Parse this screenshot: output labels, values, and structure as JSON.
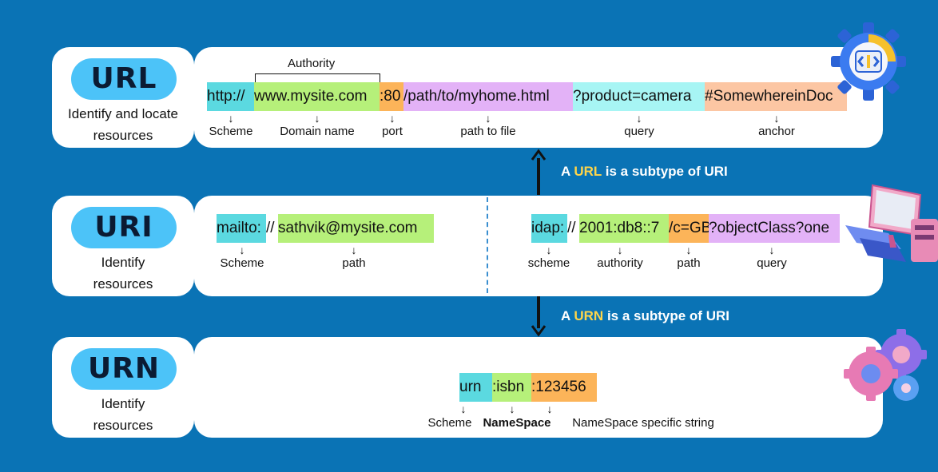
{
  "url": {
    "title": "URL",
    "desc_line1": "Identify and locate",
    "desc_line2": "resources",
    "authority_label": "Authority",
    "segments": {
      "scheme": "http://",
      "domain": "www.mysite.com",
      "port": ":80",
      "path": "/path/to/myhome.html",
      "query": "?product=camera",
      "anchor": "#SomewhereinDoc"
    },
    "captions": {
      "scheme": "Scheme",
      "domain": "Domain name",
      "port": "port",
      "path": "path to file",
      "query": "query",
      "anchor": "anchor"
    }
  },
  "url_subtype": {
    "prefix": "A ",
    "highlight": "URL",
    "suffix": " is a subtype of URI"
  },
  "uri": {
    "title": "URI",
    "desc_line1": "Identify",
    "desc_line2": "resources",
    "left": {
      "scheme": "mailto:",
      "sep": "//",
      "path": "sathvik@mysite.com",
      "cap_scheme": "Scheme",
      "cap_path": "path"
    },
    "right": {
      "scheme": "idap:",
      "sep": "//",
      "authority": "2001:db8::7",
      "path": "/c=GB",
      "query": "?objectClass?one",
      "cap_scheme": "scheme",
      "cap_authority": "authority",
      "cap_path": "path",
      "cap_query": "query"
    }
  },
  "urn_subtype": {
    "prefix": "A ",
    "highlight": "URN",
    "suffix": " is a subtype of URI"
  },
  "urn": {
    "title": "URN",
    "desc_line1": "Identify",
    "desc_line2": "resources",
    "segments": {
      "scheme": "urn",
      "namespace": ":isbn",
      "specific": ":123456"
    },
    "captions": {
      "scheme": "Scheme",
      "namespace": "NameSpace",
      "specific": "NameSpace specific string"
    }
  },
  "colors": {
    "background": "#0a73b5",
    "pill": "#4cc3f8",
    "scheme": "#5bd9e0",
    "domain": "#b6f07a",
    "port": "#fcb459",
    "path": "#e3b2f7",
    "query": "#a7f5f4",
    "anchor": "#fcc6a3",
    "highlight": "#ffd54a"
  },
  "icons": [
    "gear-code-icon",
    "computer-icon",
    "gears-icon"
  ]
}
